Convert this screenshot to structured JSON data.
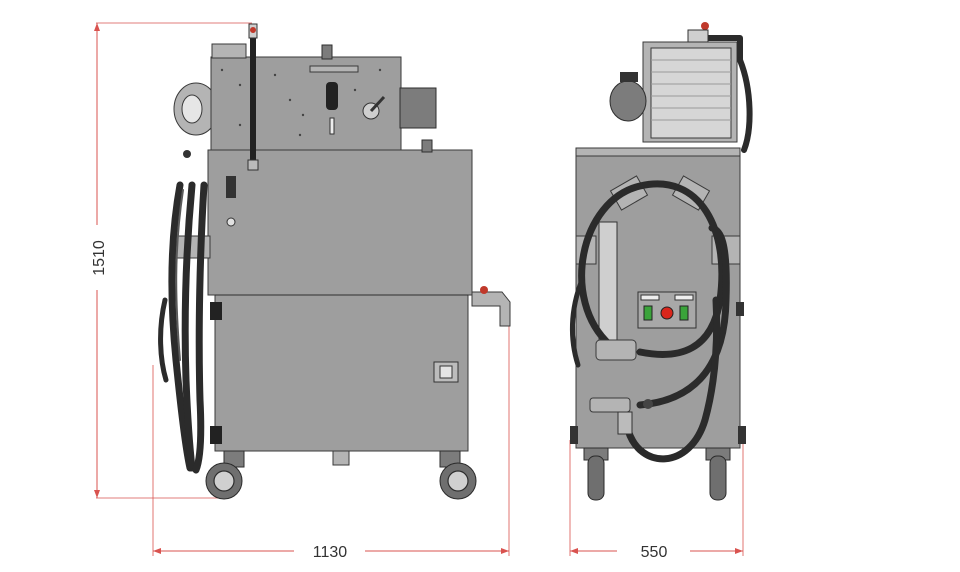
{
  "dimensions": {
    "height_label": "1510",
    "width_label": "1130",
    "depth_label": "550"
  },
  "colors": {
    "dimension_line": "#d9534f",
    "machine_body": "#9e9e9e",
    "hose": "#2b2b2b",
    "indicator_red": "#d9261c",
    "indicator_green": "#3aa33a"
  }
}
